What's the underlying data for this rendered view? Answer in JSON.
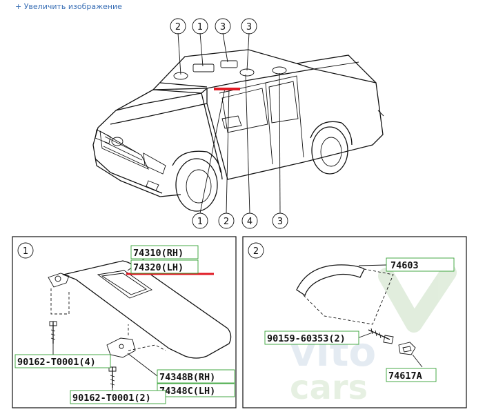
{
  "header": {
    "enlarge_link": "+ Увеличить изображение"
  },
  "diagram": {
    "overview_callouts_top": [
      "2",
      "1",
      "3",
      "3"
    ],
    "overview_callouts_bottom": [
      "1",
      "2",
      "4",
      "3"
    ],
    "panel1": {
      "index": "1",
      "parts": {
        "visor_rh": "74310(RH)",
        "visor_lh": "74320(LH)",
        "screw_upper": "90162-T0001(4)",
        "holder_rh": "74348B(RH)",
        "holder_lh": "74348C(LH)",
        "screw_lower": "90162-T0001(2)"
      }
    },
    "panel2": {
      "index": "2",
      "parts": {
        "grip": "74603",
        "bolt": "90159-60353(2)",
        "cover": "74617A"
      }
    },
    "highlight_color": "#e01b24",
    "label_border_color": "#33a033"
  },
  "watermark": {
    "line1": "vito",
    "line2": "cars"
  }
}
